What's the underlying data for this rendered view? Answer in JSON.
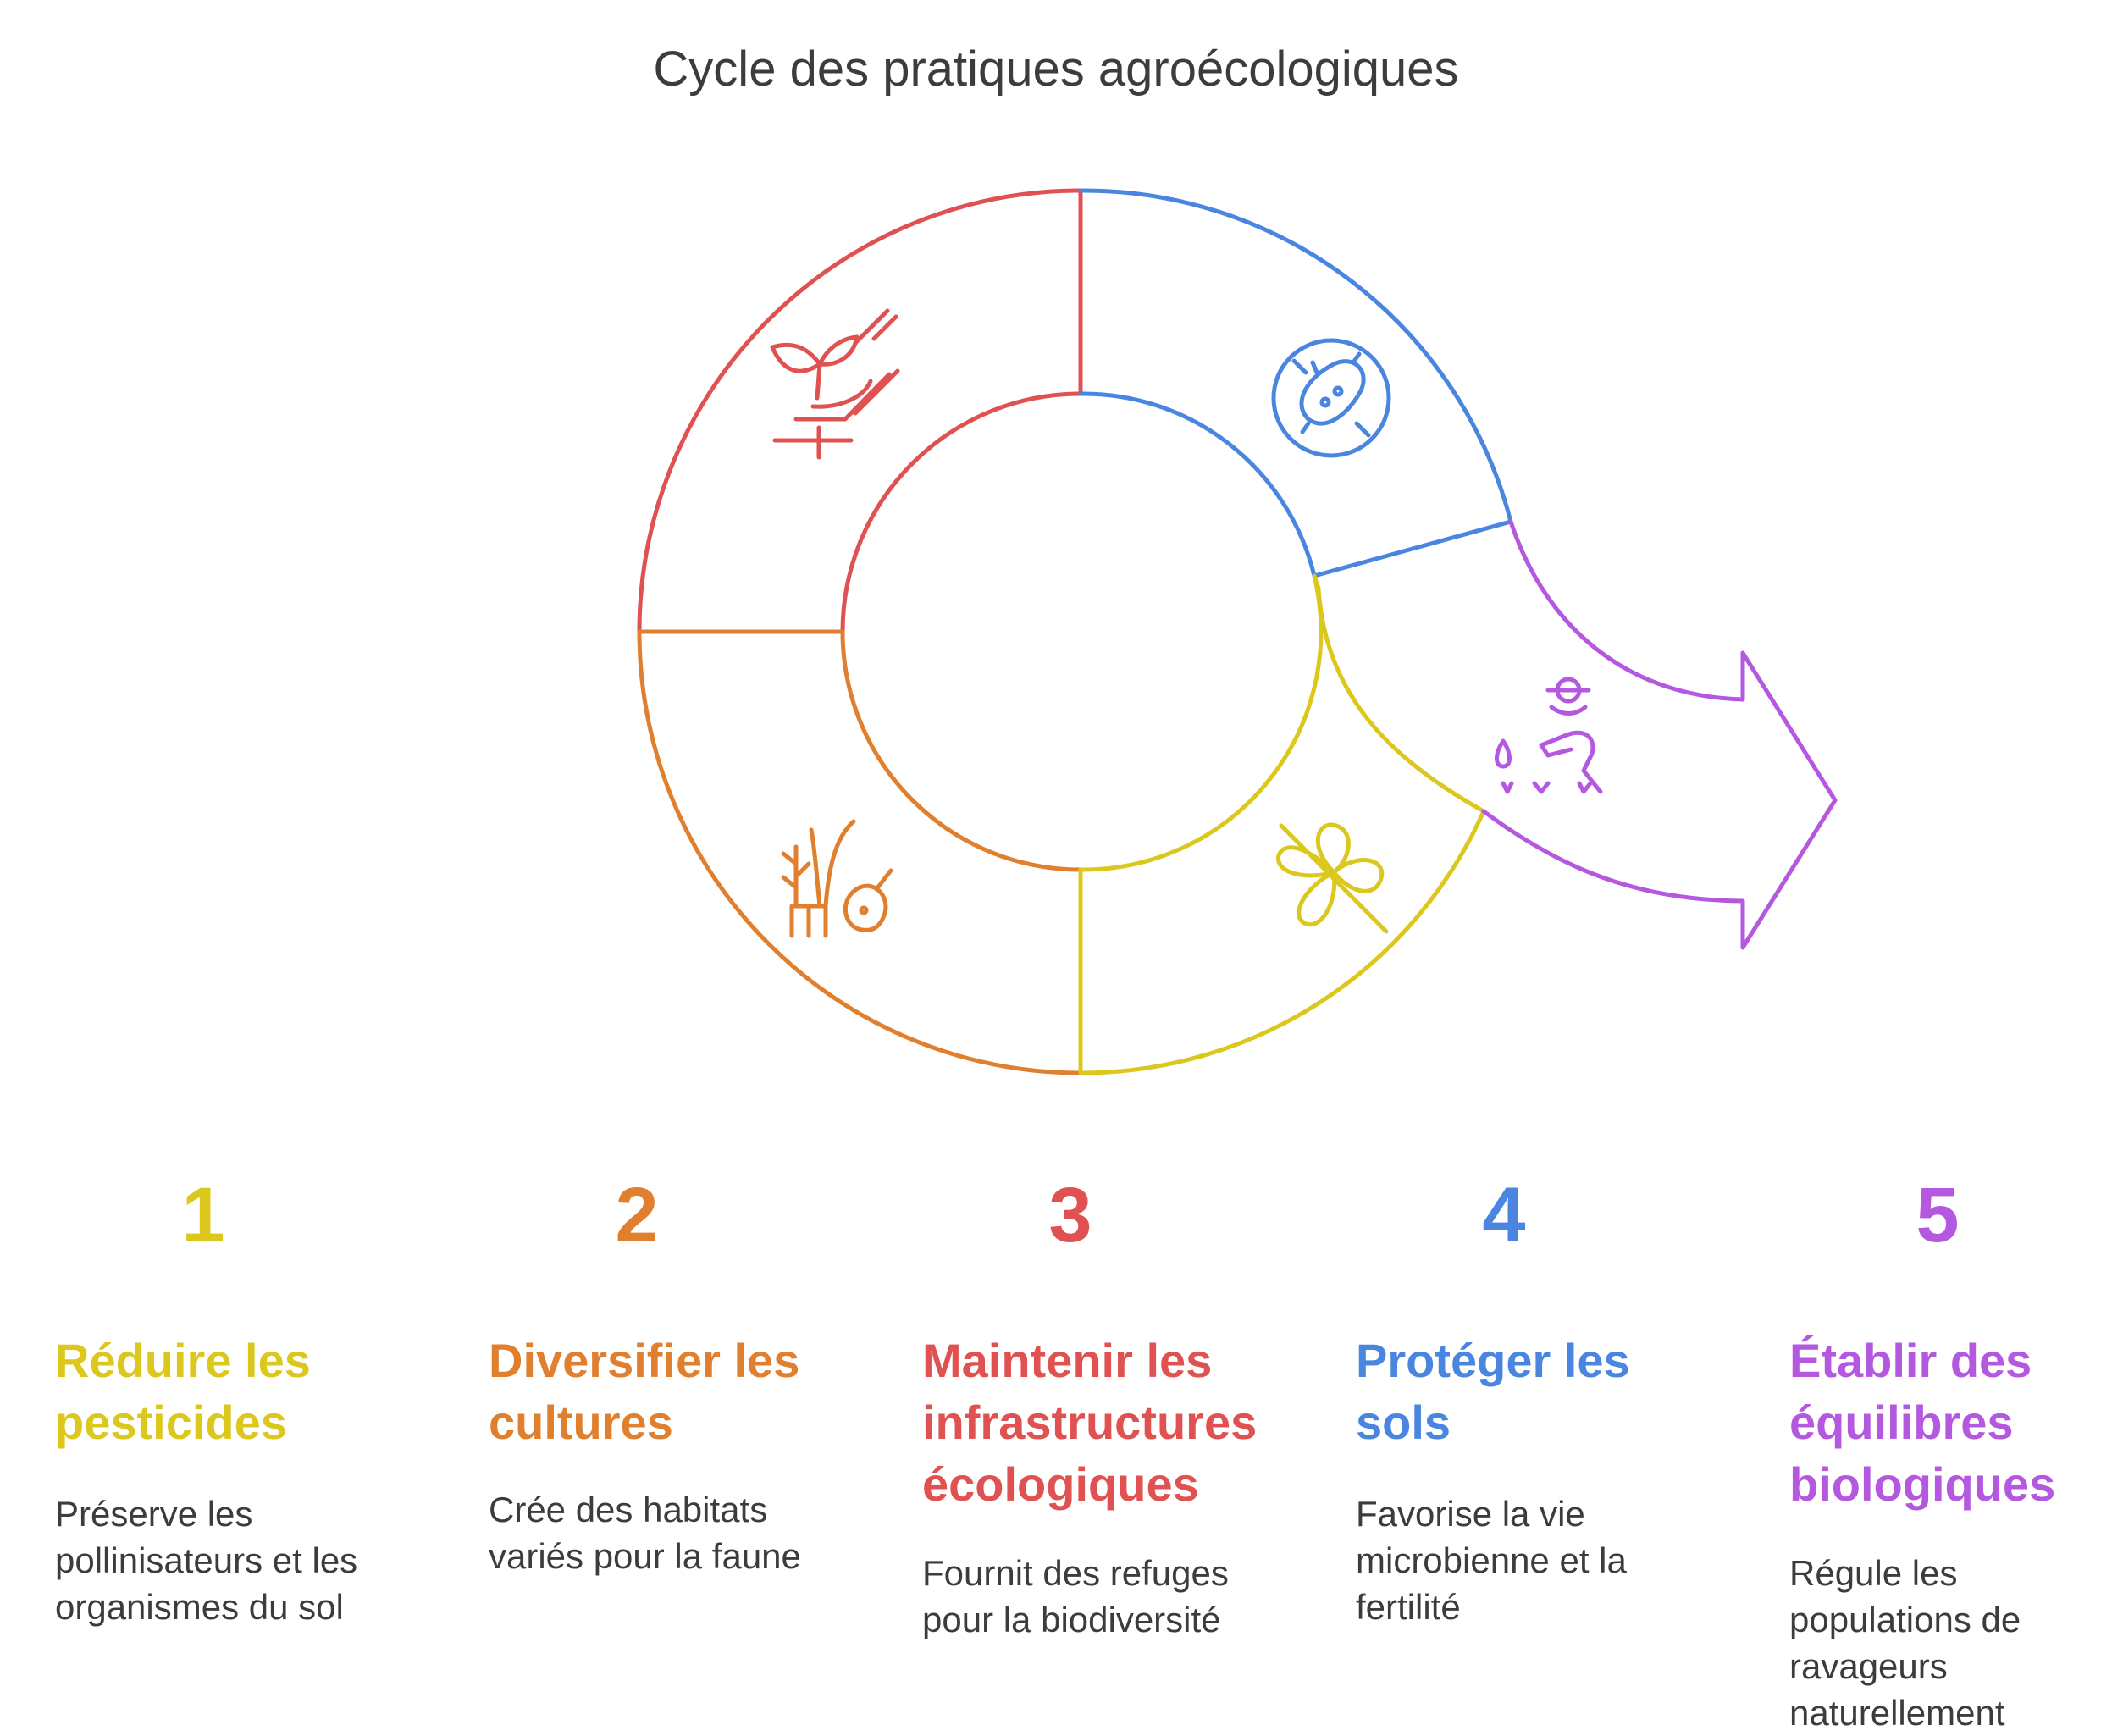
{
  "title": "Cycle des pratiques agroécologiques",
  "colors": {
    "yellow": "#DCC81C",
    "orange": "#E07F2E",
    "red": "#E05252",
    "blue": "#4A86E0",
    "purple": "#B458E0"
  },
  "segments": [
    {
      "id": "red",
      "color": "#E05252",
      "icon": "plant-hand-icon"
    },
    {
      "id": "blue",
      "color": "#4A86E0",
      "icon": "no-bacteria-icon"
    },
    {
      "id": "yellow",
      "color": "#DCC81C",
      "icon": "no-pesticide-flower-icon"
    },
    {
      "id": "orange",
      "color": "#E07F2E",
      "icon": "diverse-crops-icon"
    },
    {
      "id": "purple",
      "color": "#B458E0",
      "icon": "farmer-icon"
    }
  ],
  "steps": [
    {
      "number": "1",
      "heading": "Réduire les pesticides",
      "description": "Préserve les pollinisateurs et les organismes du sol",
      "color": "#DCC81C"
    },
    {
      "number": "2",
      "heading": "Diversifier les cultures",
      "description": "Crée des habitats variés pour la faune",
      "color": "#E07F2E"
    },
    {
      "number": "3",
      "heading": "Maintenir les infrastructures écologiques",
      "description": "Fournit des refuges pour la biodiversité",
      "color": "#E05252"
    },
    {
      "number": "4",
      "heading": "Protéger les sols",
      "description": "Favorise la vie microbienne et la fertilité",
      "color": "#4A86E0"
    },
    {
      "number": "5",
      "heading": "Établir des équilibres biologiques",
      "description": "Régule les populations de ravageurs naturellement",
      "color": "#B458E0"
    }
  ]
}
